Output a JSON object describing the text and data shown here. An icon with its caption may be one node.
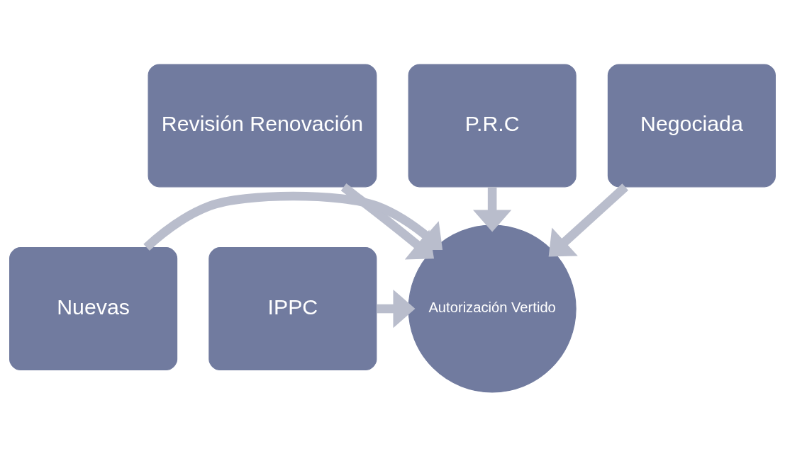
{
  "diagram": {
    "nodes": [
      {
        "text": [
          "P.R.C"
        ]
      },
      {
        "text": [
          "Revisión Renovación"
        ]
      },
      {
        "text": [
          "Negociada"
        ]
      },
      {
        "text": [
          "Nuevas"
        ]
      },
      {
        "text": [
          "Autorización Vertido"
        ]
      },
      {
        "text": [
          "IPPC"
        ]
      }
    ],
    "edges": [
      {
        "from": 1,
        "to": 4,
        "arrow": "to"
      },
      {
        "from": 0,
        "to": 4,
        "arrow": "to"
      },
      {
        "from": 2,
        "to": 4,
        "arrow": "to"
      },
      {
        "from": 3,
        "to": 4,
        "arrow": "to"
      },
      {
        "from": 5,
        "to": 4,
        "arrow": "to"
      }
    ]
  }
}
